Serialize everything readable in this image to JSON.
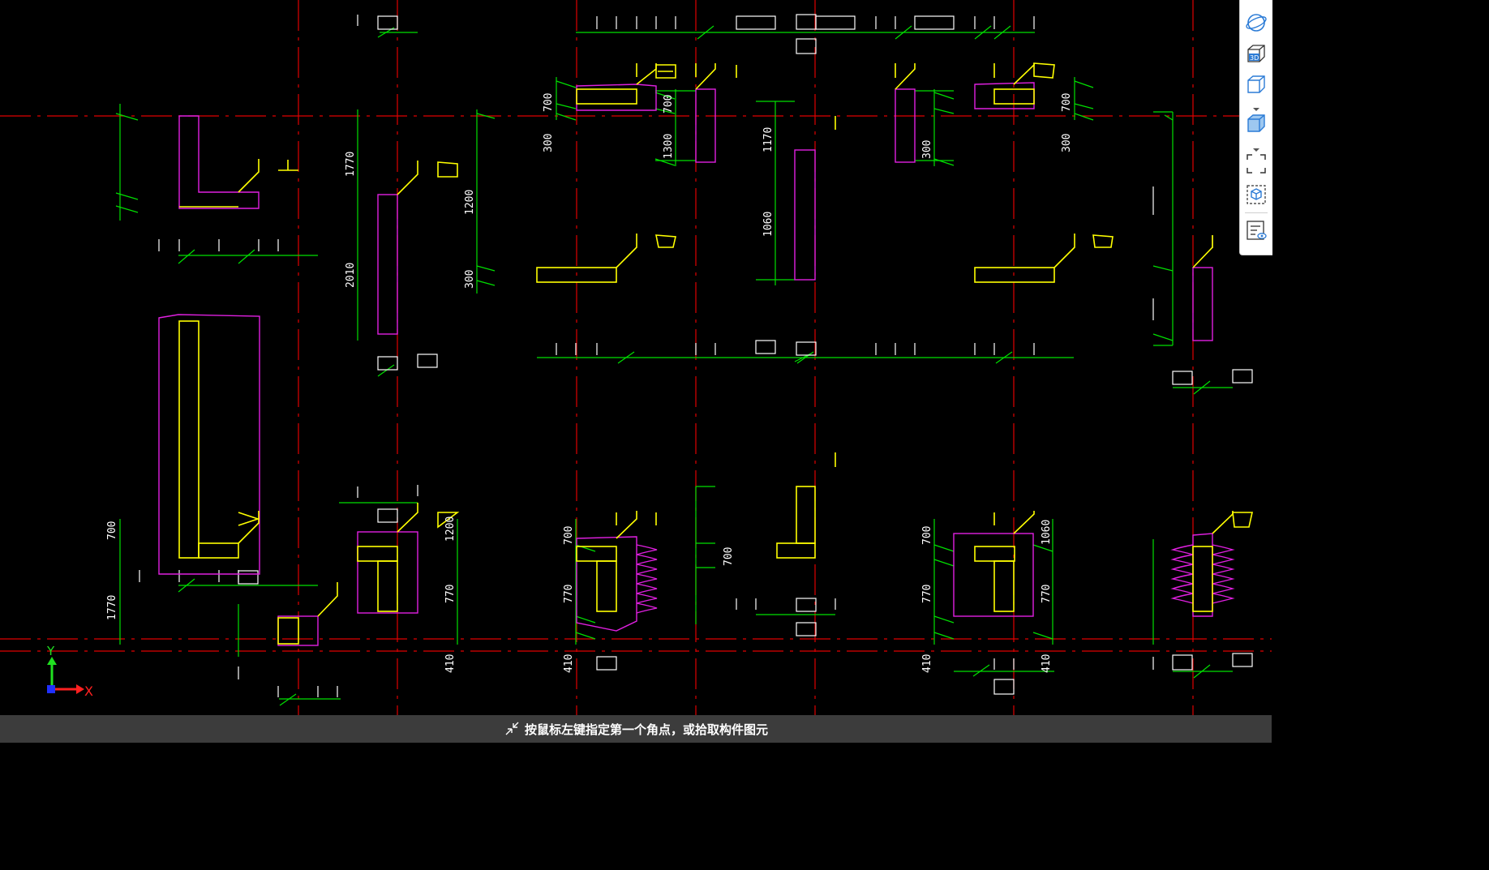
{
  "status": {
    "prompt": "按鼠标左键指定第一个角点，或拾取构件图元",
    "icon": "pick-cursor-icon"
  },
  "axis_indicator": {
    "x_label": "X",
    "y_label": "Y"
  },
  "toolbar": {
    "items": [
      {
        "name": "orbit-view-icon"
      },
      {
        "name": "3d-view-icon",
        "badge": "3D"
      },
      {
        "name": "view-cube-icon"
      },
      {
        "name": "view-cube-filled-icon"
      },
      {
        "name": "zoom-extents-icon"
      },
      {
        "name": "isolate-component-icon"
      },
      {
        "name": "properties-view-icon"
      }
    ]
  },
  "dimensions": {
    "d1": "1770",
    "d2": "2010",
    "d3": "1200",
    "d4": "300",
    "d5": "700",
    "d6": "300",
    "d7": "1300",
    "d8": "1170",
    "d9": "1060",
    "d10": "700",
    "d11": "300",
    "d12": "300",
    "d13": "700",
    "d14": "1770",
    "d15": "700",
    "d16": "770",
    "d17": "410",
    "d18": "700",
    "d19": "770",
    "d20": "410",
    "d21": "700",
    "d22": "700",
    "d23": "770",
    "d24": "410",
    "d25": "770",
    "d26": "410"
  },
  "colors": {
    "background": "#000000",
    "grid_axis": "#ff0000",
    "dimension": "#00ff00",
    "column": "#ffff00",
    "wall_outline": "#ff00ff",
    "text": "#ffffff",
    "statusbar": "#3c3c3c",
    "toolbar_accent": "#2b7bd6"
  }
}
